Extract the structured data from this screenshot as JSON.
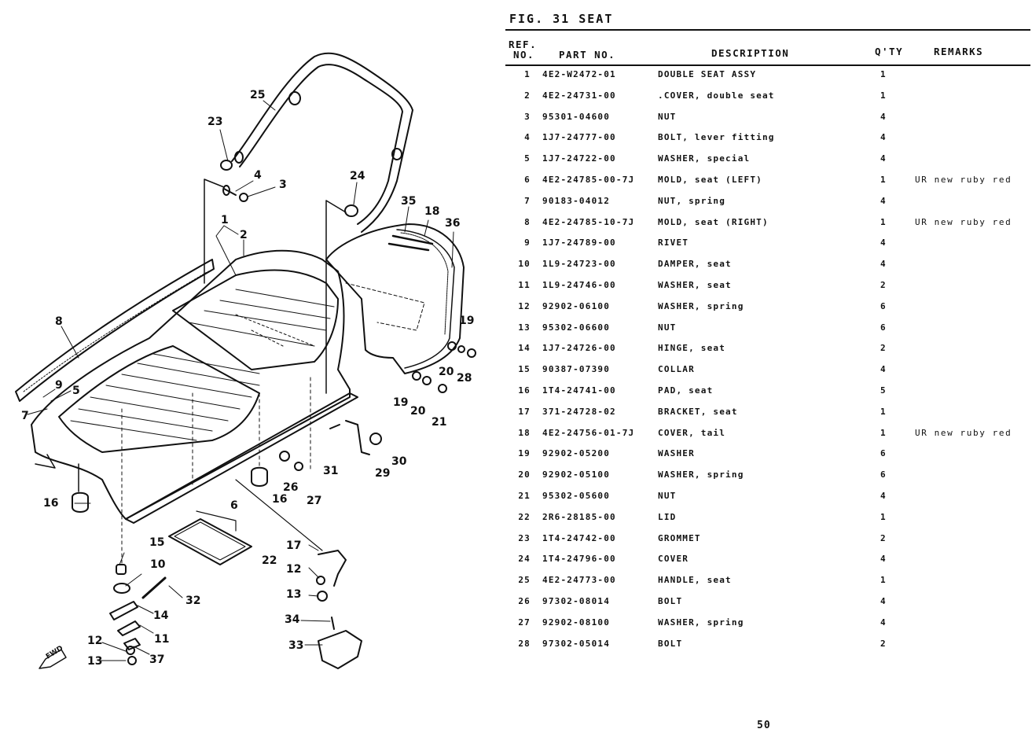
{
  "figure": {
    "title": "FIG. 31   SEAT",
    "page_number": "50"
  },
  "table": {
    "headers": {
      "ref_line1": "REF.",
      "ref_line2": "NO.",
      "part_no": "PART NO.",
      "description": "DESCRIPTION",
      "qty": "Q'TY",
      "remarks": "REMARKS"
    },
    "rows": [
      {
        "ref": "1",
        "part": "4E2-W2472-01",
        "desc": "DOUBLE SEAT ASSY",
        "qty": "1",
        "remarks": ""
      },
      {
        "ref": "2",
        "part": "4E2-24731-00",
        "desc": ".COVER, double seat",
        "qty": "1",
        "remarks": ""
      },
      {
        "ref": "3",
        "part": "95301-04600",
        "desc": "NUT",
        "qty": "4",
        "remarks": ""
      },
      {
        "ref": "4",
        "part": "1J7-24777-00",
        "desc": "BOLT, lever fitting",
        "qty": "4",
        "remarks": ""
      },
      {
        "ref": "5",
        "part": "1J7-24722-00",
        "desc": "WASHER, special",
        "qty": "4",
        "remarks": ""
      },
      {
        "ref": "6",
        "part": "4E2-24785-00-7J",
        "desc": "MOLD, seat (LEFT)",
        "qty": "1",
        "remarks": "UR new ruby red"
      },
      {
        "ref": "7",
        "part": "90183-04012",
        "desc": "NUT, spring",
        "qty": "4",
        "remarks": ""
      },
      {
        "ref": "8",
        "part": "4E2-24785-10-7J",
        "desc": "MOLD, seat (RIGHT)",
        "qty": "1",
        "remarks": "UR new ruby red"
      },
      {
        "ref": "9",
        "part": "1J7-24789-00",
        "desc": "RIVET",
        "qty": "4",
        "remarks": ""
      },
      {
        "ref": "10",
        "part": "1L9-24723-00",
        "desc": "DAMPER, seat",
        "qty": "4",
        "remarks": ""
      },
      {
        "ref": "11",
        "part": "1L9-24746-00",
        "desc": "WASHER, seat",
        "qty": "2",
        "remarks": ""
      },
      {
        "ref": "12",
        "part": "92902-06100",
        "desc": "WASHER, spring",
        "qty": "6",
        "remarks": ""
      },
      {
        "ref": "13",
        "part": "95302-06600",
        "desc": "NUT",
        "qty": "6",
        "remarks": ""
      },
      {
        "ref": "14",
        "part": "1J7-24726-00",
        "desc": "HINGE, seat",
        "qty": "2",
        "remarks": ""
      },
      {
        "ref": "15",
        "part": "90387-07390",
        "desc": "COLLAR",
        "qty": "4",
        "remarks": ""
      },
      {
        "ref": "16",
        "part": "1T4-24741-00",
        "desc": "PAD, seat",
        "qty": "5",
        "remarks": ""
      },
      {
        "ref": "17",
        "part": "371-24728-02",
        "desc": "BRACKET, seat",
        "qty": "1",
        "remarks": ""
      },
      {
        "ref": "18",
        "part": "4E2-24756-01-7J",
        "desc": "COVER, tail",
        "qty": "1",
        "remarks": "UR new ruby red"
      },
      {
        "ref": "19",
        "part": "92902-05200",
        "desc": "WASHER",
        "qty": "6",
        "remarks": ""
      },
      {
        "ref": "20",
        "part": "92902-05100",
        "desc": "WASHER, spring",
        "qty": "6",
        "remarks": ""
      },
      {
        "ref": "21",
        "part": "95302-05600",
        "desc": "NUT",
        "qty": "4",
        "remarks": ""
      },
      {
        "ref": "22",
        "part": "2R6-28185-00",
        "desc": "LID",
        "qty": "1",
        "remarks": ""
      },
      {
        "ref": "23",
        "part": "1T4-24742-00",
        "desc": "GROMMET",
        "qty": "2",
        "remarks": ""
      },
      {
        "ref": "24",
        "part": "1T4-24796-00",
        "desc": "COVER",
        "qty": "4",
        "remarks": ""
      },
      {
        "ref": "25",
        "part": "4E2-24773-00",
        "desc": "HANDLE, seat",
        "qty": "1",
        "remarks": ""
      },
      {
        "ref": "26",
        "part": "97302-08014",
        "desc": "BOLT",
        "qty": "4",
        "remarks": ""
      },
      {
        "ref": "27",
        "part": "92902-08100",
        "desc": "WASHER, spring",
        "qty": "4",
        "remarks": ""
      },
      {
        "ref": "28",
        "part": "97302-05014",
        "desc": "BOLT",
        "qty": "2",
        "remarks": ""
      }
    ]
  },
  "diagram": {
    "fwd_label": "FWD",
    "callouts": [
      "25",
      "23",
      "4",
      "3",
      "24",
      "35",
      "18",
      "36",
      "1",
      "2",
      "8",
      "9",
      "5",
      "7",
      "19",
      "20",
      "28",
      "19",
      "20",
      "21",
      "31",
      "30",
      "29",
      "26",
      "27",
      "16",
      "6",
      "16",
      "15",
      "22",
      "17",
      "10",
      "12",
      "32",
      "13",
      "14",
      "34",
      "11",
      "33",
      "12",
      "37",
      "13"
    ]
  }
}
